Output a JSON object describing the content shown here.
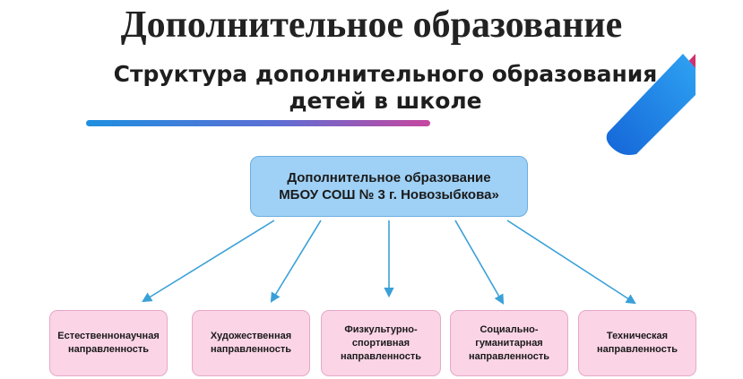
{
  "title": "Дополнительное образование",
  "subtitle": {
    "line1": "Структура дополнительного образования",
    "line2": "детей в школе"
  },
  "center": {
    "line1": "Дополнительное образование",
    "line2": "МБОУ СОШ № 3 г. Новозыбкова»"
  },
  "branches": [
    {
      "lines": [
        "Естественнонаучная",
        "направленность"
      ]
    },
    {
      "lines": [
        "Художественная",
        "направленность"
      ]
    },
    {
      "lines": [
        "Физкультурно-",
        "спортивная",
        "направленность"
      ]
    },
    {
      "lines": [
        "Социально-",
        "гуманитарная",
        "направленность"
      ]
    },
    {
      "lines": [
        "Техническая",
        "направленность"
      ]
    }
  ],
  "colors": {
    "center_fill": "#9fd0f5",
    "branch_fill": "#fbd4e6",
    "arrow": "#3aa0d8",
    "accent_blue": "#1f8fe0",
    "accent_pink": "#d1316f"
  }
}
